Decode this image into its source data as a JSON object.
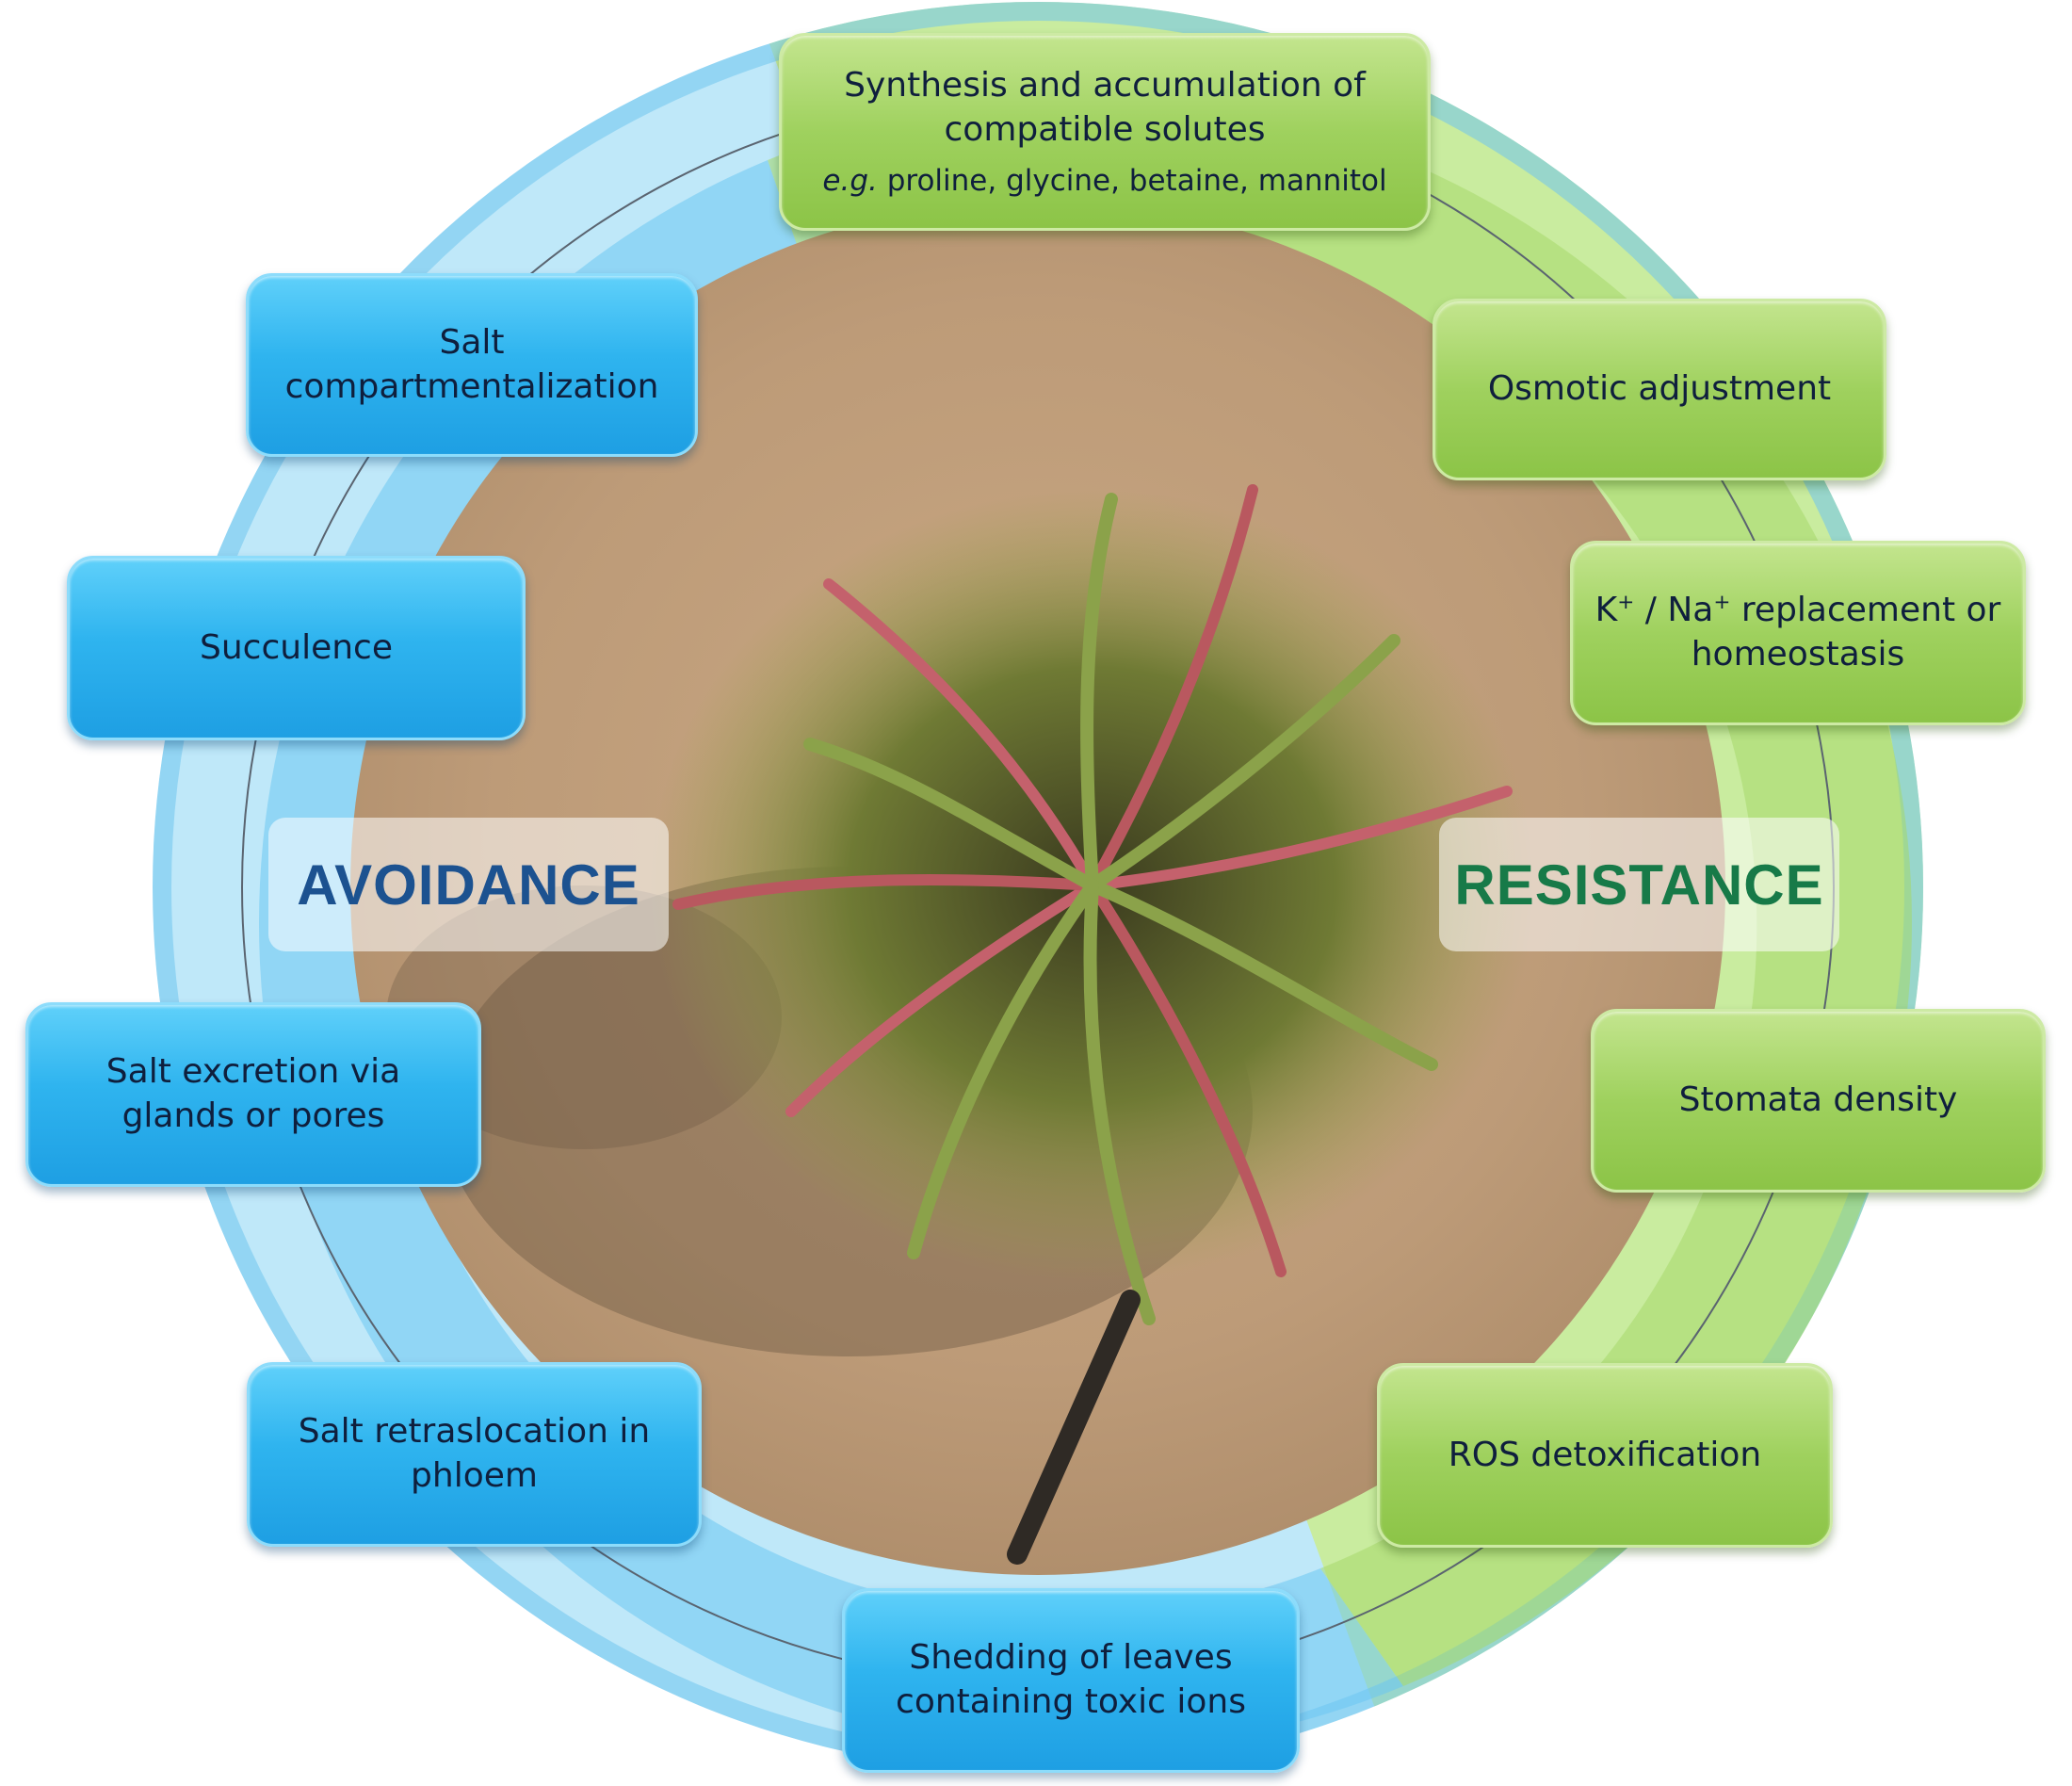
{
  "labels": {
    "avoidance": "AVOIDANCE",
    "resistance": "RESISTANCE"
  },
  "avoidance_boxes": {
    "salt_compartmentalization": "Salt compartmentalization",
    "succulence": "Succulence",
    "salt_excretion": "Salt excretion via glands or pores",
    "salt_retraslocation": "Salt retraslocation in phloem",
    "shedding_leaves": "Shedding of leaves containing toxic ions"
  },
  "resistance_boxes": {
    "compatible_solutes_title": "Synthesis and accumulation of compatible solutes",
    "compatible_solutes_eg": "e.g.",
    "compatible_solutes_examples": "proline, glycine, betaine, mannitol",
    "osmotic_adjustment": "Osmotic adjustment",
    "k_symbol": "K",
    "plus_1": "+",
    "slash": " / Na",
    "plus_2": "+",
    "k_na_rest": " replacement or homeostasis",
    "stomata_density": "Stomata density",
    "ros_detoxification": "ROS detoxification"
  },
  "colors": {
    "avoidance_ring": "#7fcdf3",
    "resistance_ring": "#b4e07e",
    "avoidance_text": "#1c5290",
    "resistance_text": "#177a48",
    "box_text": "#0f1f3d"
  }
}
